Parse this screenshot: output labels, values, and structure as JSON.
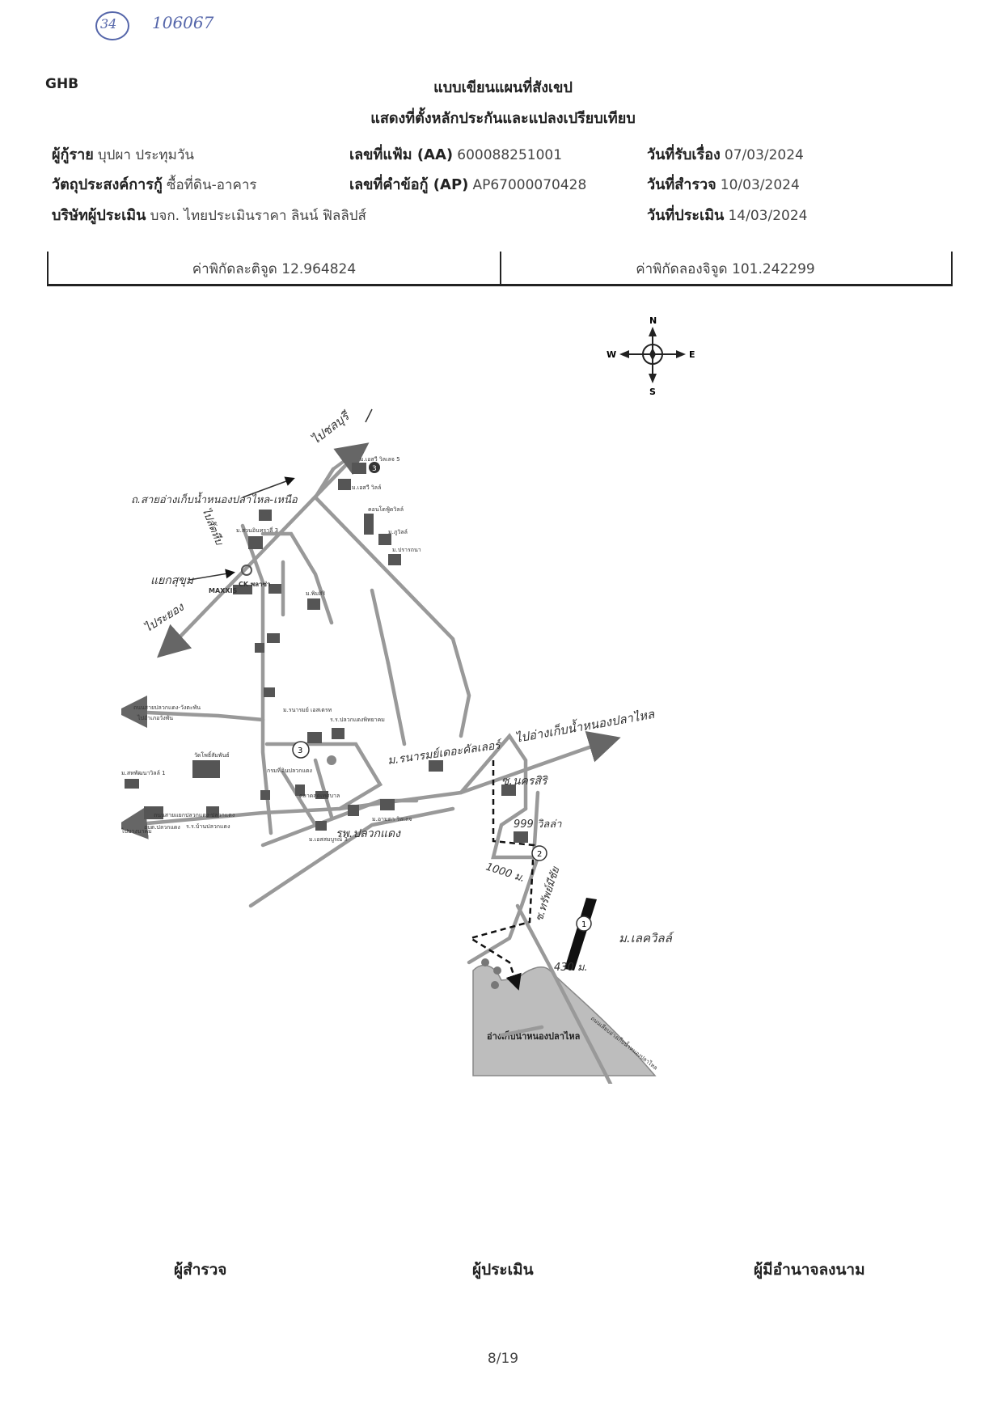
{
  "handwritten_top": {
    "circled": "34",
    "number": "106067"
  },
  "header": {
    "org": "GHB",
    "title1": "แบบเขียนแผนที่สังเขป",
    "title2": "แสดงที่ตั้งหลักประกันและแปลงเปรียบเทียบ"
  },
  "info": {
    "borrower_label": "ผู้กู้ราย",
    "borrower": "บุปผา ประทุมวัน",
    "file_label": "เลขที่แฟ้ม (AA)",
    "file_no": "600088251001",
    "received_label": "วันที่รับเรื่อง",
    "received": "07/03/2024",
    "purpose_label": "วัตถุประสงค์การกู้",
    "purpose": "ซื้อที่ดิน-อาคาร",
    "app_label": "เลขที่คำข้อกู้ (AP)",
    "app_no": "AP67000070428",
    "survey_label": "วันที่สำรวจ",
    "survey": "10/03/2024",
    "appraiser_label": "บริษัทผู้ประเมิน",
    "appraiser": "บจก. ไทยประเมินราคา ลินน์ ฟิลลิปส์",
    "appraise_label": "วันที่ประเมิน",
    "appraise": "14/03/2024"
  },
  "coords": {
    "lat": "ค่าพิกัดละติจูด 12.964824",
    "lng": "ค่าพิกัดลองจิจูด 101.242299"
  },
  "compass": {
    "n": "N",
    "s": "S",
    "e": "E",
    "w": "W"
  },
  "map": {
    "reservoir": "อ่างเก็บน้ำหนองปลาไหล",
    "notes": {
      "to_chonburi": "ไปชลบุรี",
      "road_north": "ถ.สายอ่างเก็บน้ำหนองปลาไหล-เหนือ",
      "to_sattahip": "ไปสัตหีบ",
      "junction": "แยกสุขุม",
      "to_rayong": "ไประยอง",
      "to_reservoir": "ไปอ่างเก็บน้ำหนองปลาไหล",
      "comp3": "ม.รนารมย์เดอะคัลเลอร์",
      "soi_nakhon": "ซ.นครสิริ",
      "villa": "999 วิลล่า",
      "dist1": "1000 ม.",
      "soi_thaphan": "ซ.ทรัพย์มีชัย",
      "subject": "ม.เลควิลล์",
      "dist2": "430 ม.",
      "hospital": "รพ.ปลวกแดง"
    },
    "labels": {
      "ck": "CK พลาซ่า",
      "maxxis": "MAXXIS",
      "ev5": "ม.เอสวี วิลเลจ 5",
      "ev": "ม.เอสวี วิลล์",
      "condo": "คอนโดฟู้ดวิลล์",
      "phuvill": "ม.ภูวิลล์",
      "pisan": "ม.ปรารถนา",
      "pimsiri": "ม.พิมสิริ",
      "suan": "ม.สวนอินทราลี่ 3",
      "rnarom": "ม.รนารมย์ เอสเตรท",
      "school": "ร.ร.ปลวกแดงพิทยาคม",
      "wat": "วัดโพธิ์สัมพันธ์",
      "shop": "กรมที่ดินปลวกแดง",
      "market": "ตลาดสดเทศบาล",
      "m7": "ม.สหพัฒนาวิลล์ 1",
      "police": "อบต.ปลวกแดง",
      "rr": "ร.ร.บ้านปลวกแดง",
      "aswin": "ม.เอสสมบูรณ์ 3",
      "amata": "ม.อามตา วิลเลจ",
      "road_rayong": "ถนนสายปลวกแดง-วังตะพัน",
      "to_watyan": "ไปอำเภอวังพัน",
      "road_pluak": "ถนนสายแยกปลวกแดง-ปลวกแดง",
      "to_bangna": "ไปบางนาคม",
      "road_res": "ถนนเลียบอ่างเก็บน้ำหนองปลาไหล",
      "mark1": "1",
      "mark2": "2",
      "mark3": "3"
    }
  },
  "signatures": {
    "surveyor": "ผู้สำรวจ",
    "appraiser": "ผู้ประเมิน",
    "authorized": "ผู้มีอำนาจลงนาม"
  },
  "page": "8/19"
}
